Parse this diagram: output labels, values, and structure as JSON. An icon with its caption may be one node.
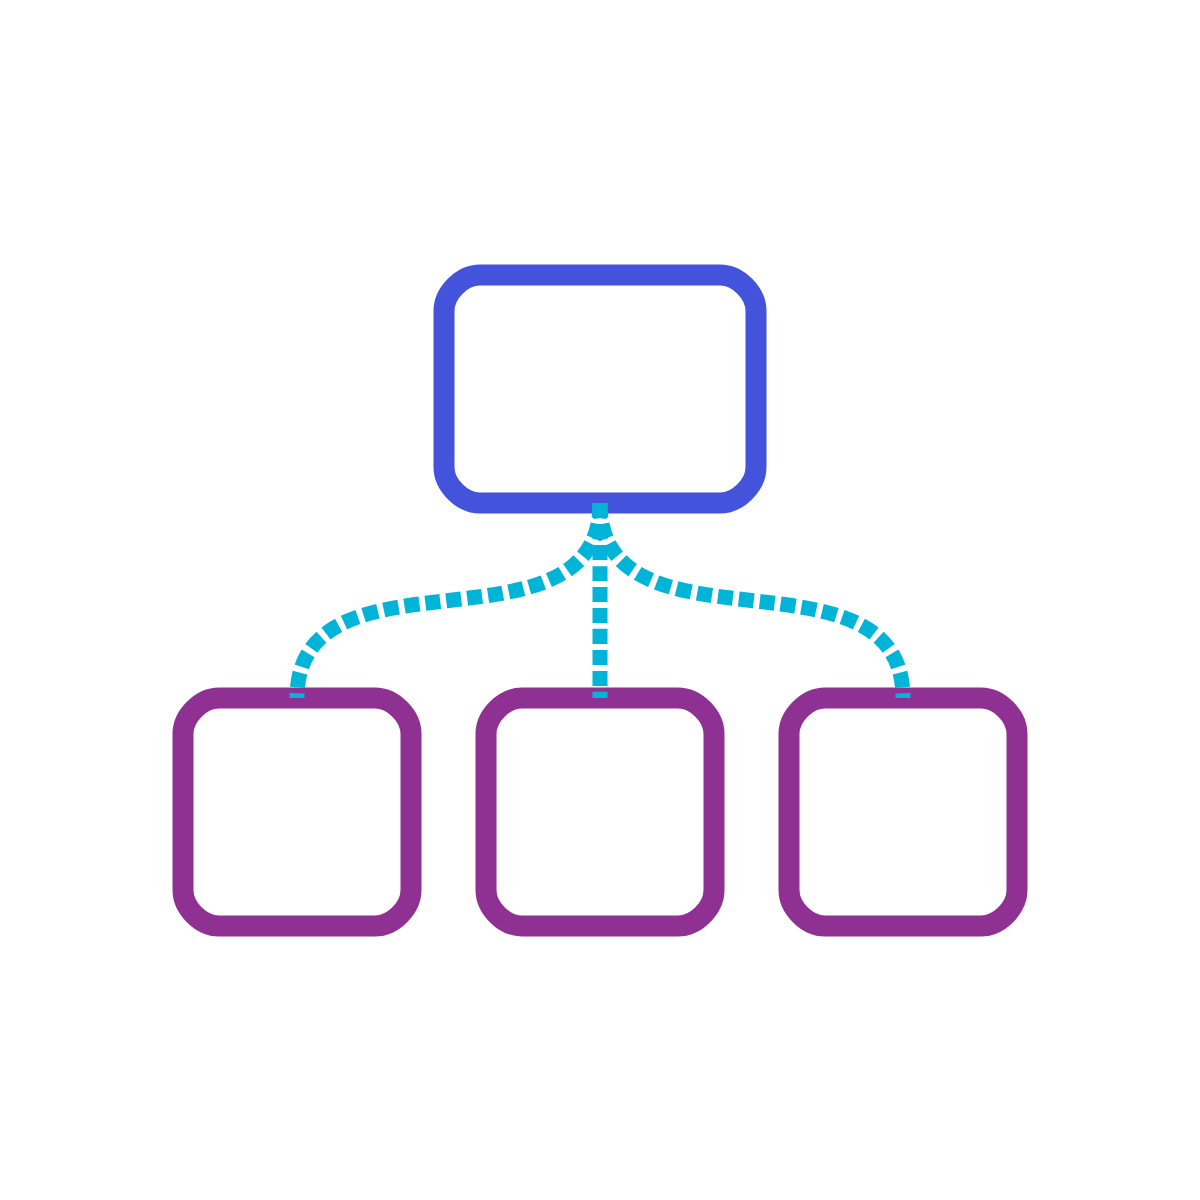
{
  "diagram": {
    "nodes": [
      {
        "text": [],
        "shape": "box"
      },
      {
        "text": [],
        "shape": "box"
      },
      {
        "text": [],
        "shape": "box"
      },
      {
        "text": [],
        "shape": "box"
      }
    ],
    "edges": [
      {
        "from": 0,
        "to": 1,
        "arrow": "none",
        "style": "dashed"
      },
      {
        "from": 0,
        "to": 2,
        "arrow": "none",
        "style": "dashed"
      },
      {
        "from": 0,
        "to": 3,
        "arrow": "none",
        "style": "dashed"
      }
    ]
  }
}
